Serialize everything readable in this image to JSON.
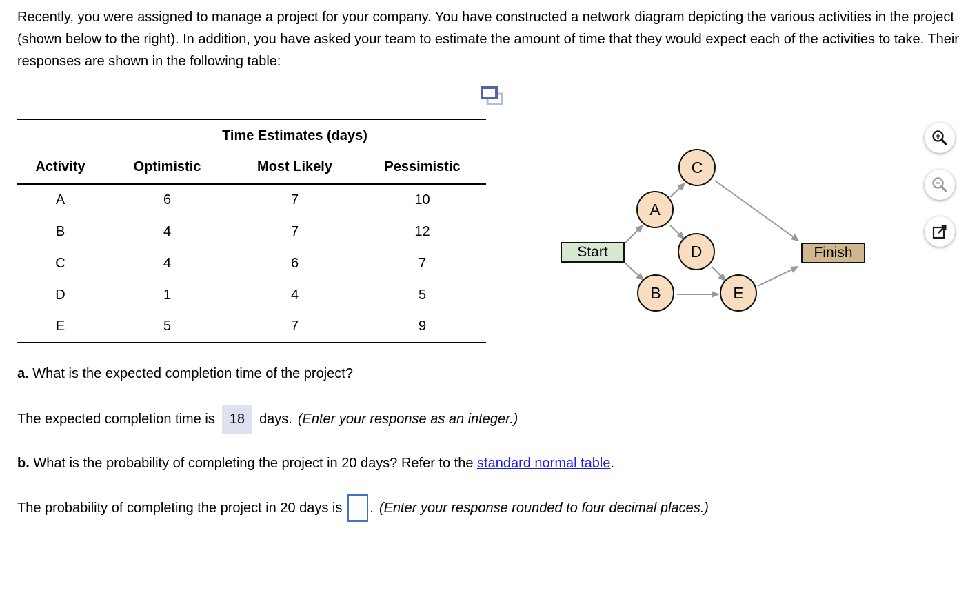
{
  "intro": "Recently, you were assigned to manage a project for your company. You have constructed a network diagram depicting the various activities in the project (shown below to the right). In addition, you have asked your team to estimate the amount of time that they would expect each of the activities to take. Their responses are shown in the following table:",
  "icons": {
    "copy": "copy-icon",
    "zoom_in": "zoom-in-icon",
    "zoom_out": "zoom-out-icon",
    "open_new_window": "open-in-new-window-icon"
  },
  "table": {
    "group_header": "Time Estimates (days)",
    "columns": [
      "Activity",
      "Optimistic",
      "Most Likely",
      "Pessimistic"
    ],
    "rows": [
      {
        "activity": "A",
        "optimistic": "6",
        "most_likely": "7",
        "pessimistic": "10"
      },
      {
        "activity": "B",
        "optimistic": "4",
        "most_likely": "7",
        "pessimistic": "12"
      },
      {
        "activity": "C",
        "optimistic": "4",
        "most_likely": "6",
        "pessimistic": "7"
      },
      {
        "activity": "D",
        "optimistic": "1",
        "most_likely": "4",
        "pessimistic": "5"
      },
      {
        "activity": "E",
        "optimistic": "5",
        "most_likely": "7",
        "pessimistic": "9"
      }
    ]
  },
  "diagram": {
    "start_label": "Start",
    "finish_label": "Finish",
    "nodes": [
      {
        "label": "A"
      },
      {
        "label": "B"
      },
      {
        "label": "C"
      },
      {
        "label": "D"
      },
      {
        "label": "E"
      }
    ],
    "edges": [
      "Start→A",
      "Start→B",
      "A→C",
      "A→D",
      "B→E",
      "D→E",
      "C→Finish",
      "E→Finish"
    ],
    "colors": {
      "activity_fill": "#f9ddc0",
      "start_fill": "#d6e8d0",
      "finish_fill": "#cfb88f",
      "arrow": "#999999",
      "node_border": "#111111"
    }
  },
  "question_a": {
    "label": "a.",
    "text": "What is the expected completion time of the project?"
  },
  "answer_a": {
    "prefix": "The expected completion time is",
    "value": "18",
    "suffix": "days.",
    "note": "(Enter your response as an integer.)",
    "highlight_color": "#dee2f0"
  },
  "question_b": {
    "label": "b.",
    "text": "What is the probability of completing the project in 20 days? Refer to the",
    "link_text": "standard normal table",
    "after_link": "."
  },
  "answer_b": {
    "prefix": "The probability of completing the project in 20 days is",
    "after_box": ".",
    "note": "(Enter your response rounded to four decimal places.)",
    "input_value": "",
    "input_border_color": "#4472c4"
  },
  "link_color": "#1b1bee"
}
